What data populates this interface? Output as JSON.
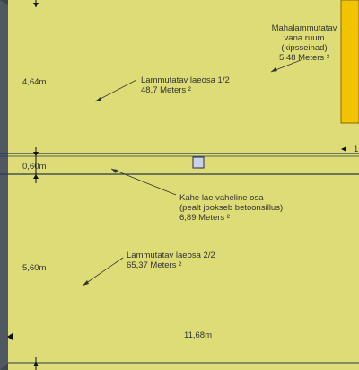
{
  "plan": {
    "colors": {
      "floor": "#dddc76",
      "removable_room": "#f2c400",
      "wall_line": "#2a3a4a",
      "left_wall": "#3e4550",
      "text": "#333333"
    },
    "dimension_left_top": "4,64m",
    "dimension_middle": "0,60m",
    "dimension_left_bottom": "5,60m",
    "dimension_width": "11,68m",
    "arrow_right_label": "1",
    "room_removable": {
      "line1": "Mahalammutatav",
      "line2": "vana ruum",
      "line3": "(kipsseinad)",
      "area": "5,48 Meters ²"
    },
    "room_heated_1": {
      "name": "Lammutatav laeosa 1/2",
      "area": "48,7 Meters ²"
    },
    "room_between": {
      "line1": "Kahe lae vaheline osa",
      "line2": "(pealt jookseb betoonsillus)",
      "area": "6,89 Meters ²"
    },
    "room_heated_2": {
      "name": "Lammutatav laeosa 2/2",
      "area": "65,37 Meters ²"
    }
  }
}
